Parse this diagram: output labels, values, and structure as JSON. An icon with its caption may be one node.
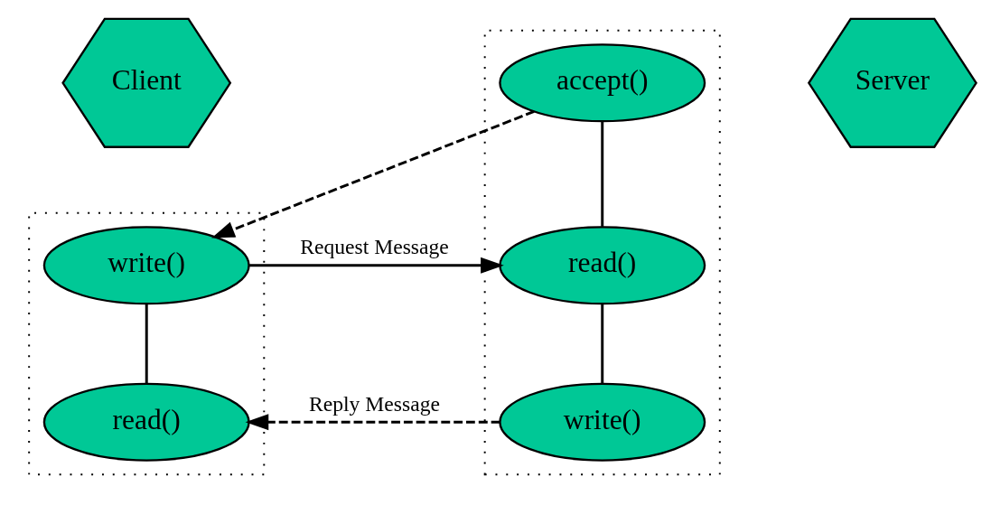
{
  "diagram": {
    "nodes": [
      {
        "text": [
          "Client"
        ]
      },
      {
        "text": [],
        "shape": "box"
      },
      {
        "text": [
          "write()"
        ],
        "in": 1
      },
      {
        "text": [
          "read()"
        ],
        "in": 1
      },
      {
        "text": [
          "Server"
        ]
      },
      {
        "text": [],
        "shape": "box"
      },
      {
        "text": [
          "accept()"
        ],
        "in": 5
      },
      {
        "text": [
          "read()"
        ],
        "in": 5
      },
      {
        "text": [
          "write()"
        ],
        "in": 5
      }
    ],
    "edges": [
      {
        "from": 6,
        "to": 2,
        "arrow": "to",
        "style": "dashed"
      },
      {
        "from": 2,
        "to": 7,
        "arrow": "to",
        "label": "Request Message"
      },
      {
        "from": 8,
        "to": 3,
        "arrow": "to",
        "style": "dashed",
        "label": "Reply Message"
      },
      {
        "from": 2,
        "to": 3,
        "arrow": "none"
      },
      {
        "from": 6,
        "to": 7,
        "arrow": "none"
      },
      {
        "from": 7,
        "to": 8,
        "arrow": "none"
      }
    ]
  }
}
